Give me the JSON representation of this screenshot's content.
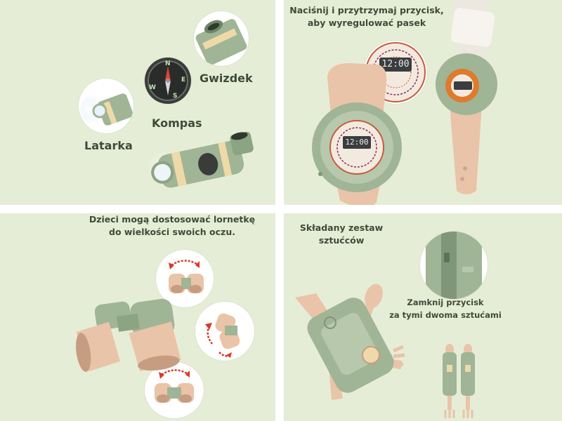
{
  "panels": {
    "top_left": {
      "labels": {
        "whistle": "Gwizdek",
        "compass": "Kompas",
        "flashlight": "Latarka"
      },
      "compass_letters": [
        "N",
        "E",
        "S",
        "W"
      ]
    },
    "top_right": {
      "caption_lines": [
        "Naciśnij i przytrzymaj przycisk,",
        "aby wyregulować pasek"
      ],
      "clock_time": "12:00"
    },
    "bottom_left": {
      "caption_lines": [
        "Dzieci mogą dostosować lornetkę",
        "do wielkości swoich oczu."
      ]
    },
    "bottom_right": {
      "caption_lines": [
        "Składany zestaw",
        "sztućców"
      ],
      "button_note_lines": [
        "Zamknij przycisk",
        "za tymi dwoma sztućami"
      ]
    }
  },
  "colors": {
    "panel_bg": "#e6edd6",
    "product_green": "#9fb596",
    "product_green_dark": "#7f9778",
    "product_beige": "#e9c4a8",
    "accent_orange": "#e07a2c",
    "arrow_red": "#d93a2a",
    "text": "#3f4a3a"
  }
}
